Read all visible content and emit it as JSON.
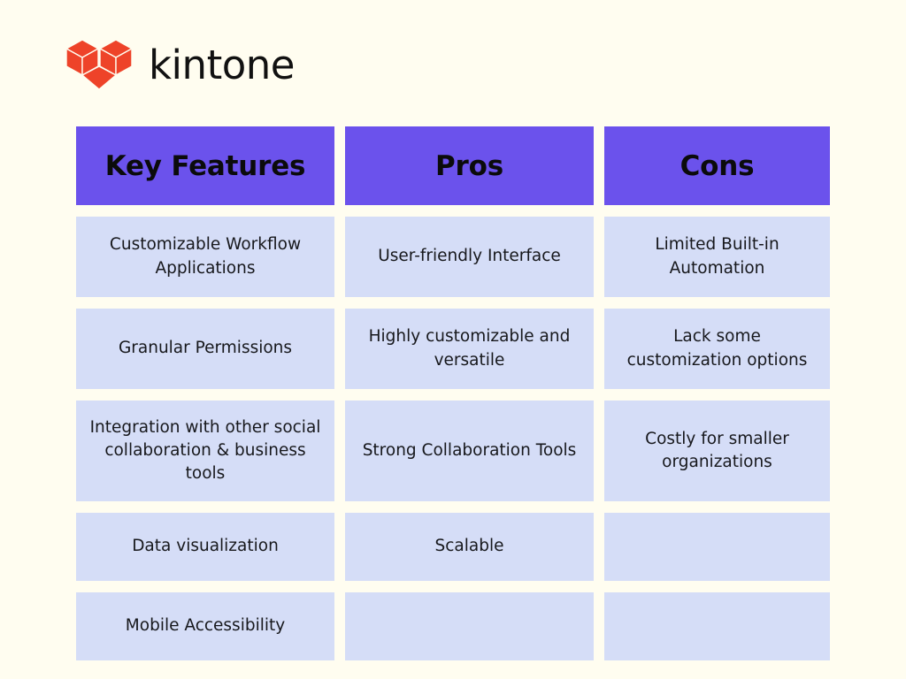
{
  "brand": {
    "logo_icon": "kintone-cubes-logo",
    "wordmark": "kintone",
    "logo_color": "#EE4329"
  },
  "theme": {
    "background": "#FFFDF0",
    "header_cell_bg": "#6B52EC",
    "body_cell_bg": "#D5DDF7",
    "header_text": "#0B0B0B",
    "body_text": "#17181C"
  },
  "table": {
    "columns": [
      "Key Features",
      "Pros",
      "Cons"
    ],
    "rows": [
      {
        "key_features": "Customizable Workflow Applications",
        "pros": "User-friendly Interface",
        "cons": "Limited Built-in Automation"
      },
      {
        "key_features": "Granular Permissions",
        "pros": "Highly customizable and versatile",
        "cons": "Lack some customization options"
      },
      {
        "key_features": "Integration with other social collaboration & business tools",
        "pros": "Strong Collaboration Tools",
        "cons": "Costly for smaller organizations"
      },
      {
        "key_features": "Data visualization",
        "pros": "Scalable",
        "cons": ""
      },
      {
        "key_features": "Mobile Accessibility",
        "pros": "",
        "cons": ""
      }
    ]
  }
}
